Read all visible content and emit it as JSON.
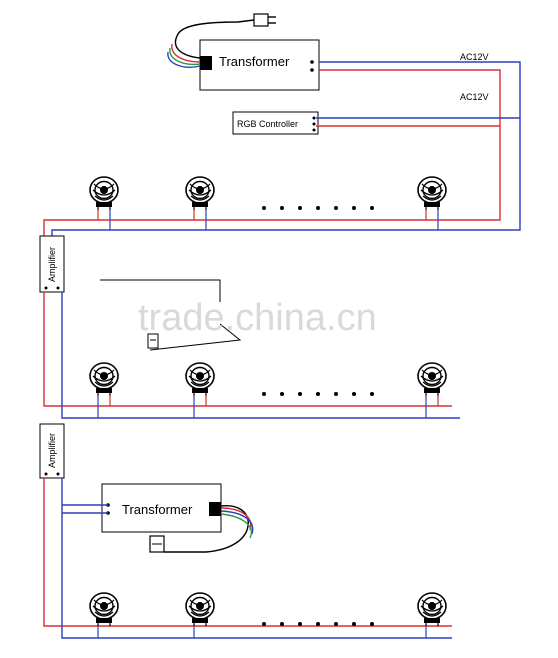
{
  "labels": {
    "transformer_top": "Transformer",
    "rgb_controller": "RGB Controller",
    "ac_top": "AC12V",
    "ac_second": "AC12V",
    "amplifier_1": "Amplifier",
    "amplifier_2": "Amplifier",
    "transformer_bottom": "Transformer",
    "watermark": "trade.china.cn"
  },
  "colors": {
    "red_wire": "#d93030",
    "blue_wire": "#2b3fbf",
    "green_wire": "#2f9a3a",
    "outline": "#000000",
    "watermark": "#d9d9d9"
  },
  "icons": [
    "light-fixture-icon",
    "power-plug-icon"
  ]
}
